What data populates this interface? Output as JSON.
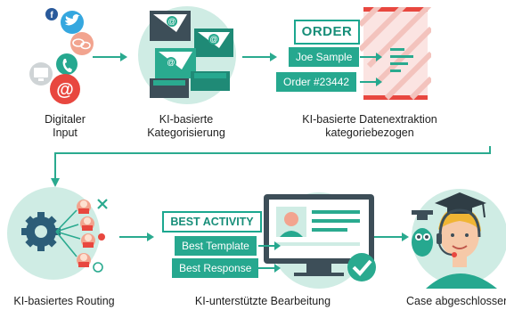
{
  "colors": {
    "teal": "#26a88f",
    "teal_light": "#cfece4",
    "teal_dark": "#1b8f7a",
    "red": "#e8473f",
    "arrow": "#2aaa8f"
  },
  "steps": [
    {
      "label": "Digitaler\nInput"
    },
    {
      "label": "KI-basierte\nKategorisierung"
    },
    {
      "label": "KI-basierte Datenextraktion\nkategoriebezogen"
    },
    {
      "label": "KI-basiertes Routing"
    },
    {
      "label": "KI-unterstützte Bearbeitung"
    },
    {
      "label": "Case abgeschlossen"
    }
  ],
  "extraction": {
    "title": "ORDER",
    "fields": [
      "Joe Sample",
      "Order #23442"
    ]
  },
  "editing": {
    "title": "BEST ACTIVITY",
    "options": [
      "Best Template",
      "Best Response"
    ]
  },
  "icons": [
    "facebook-icon",
    "twitter-icon",
    "chat-bubble-icon",
    "monitor-icon",
    "phone-icon",
    "at-sign-icon",
    "envelope-icon",
    "document-icon",
    "gear-icon",
    "agent-icon",
    "checkmark-icon",
    "graduation-cap-icon",
    "headset-icon",
    "owl-icon"
  ]
}
